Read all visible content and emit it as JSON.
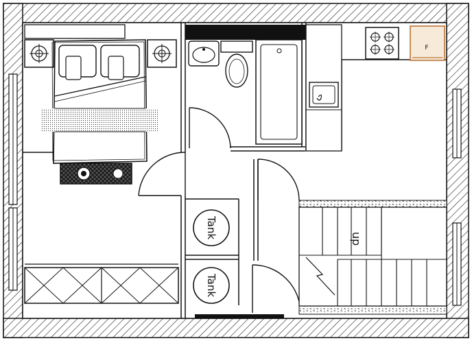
{
  "labels": {
    "tank_1": "Tank",
    "tank_2": "Tank",
    "stairs_direction": "up",
    "fridge": "F"
  },
  "colors": {
    "line": "#111111",
    "background": "#ffffff",
    "fridge_fill": "#f7ead8",
    "fridge_stroke": "#b8763a",
    "hatch": "#222222"
  },
  "icons": {
    "bed": "double-bed-icon",
    "nightstand": "nightstand-lamp-icon",
    "rug": "rug-icon",
    "wardrobe": "wardrobe-icon",
    "washbasin": "washbasin-icon",
    "toilet": "toilet-icon",
    "bathtub": "bathtub-icon",
    "stove": "stove-icon",
    "sink": "kitchen-sink-icon",
    "fridge": "fridge-icon",
    "door": "door-swing-icon",
    "window": "window-icon",
    "stairs": "stairs-icon",
    "tank": "water-tank-icon"
  }
}
